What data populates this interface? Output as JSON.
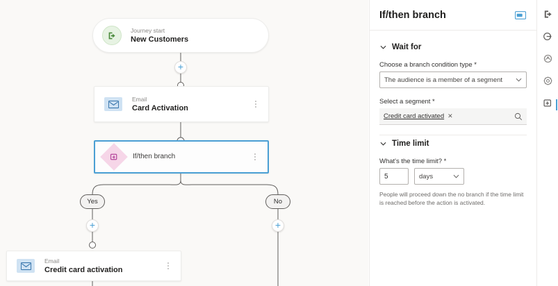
{
  "canvas": {
    "background_color": "#faf9f7",
    "nodes": [
      {
        "id": "journey-start",
        "kicker": "Journey start",
        "title": "New Customers",
        "icon": "journey-start-icon",
        "icon_color": "#e7f3e3",
        "selected": false
      },
      {
        "id": "email-card-activation",
        "kicker": "Email",
        "title": "Card Activation",
        "icon": "email-icon",
        "icon_color": "#cfe2f3",
        "selected": false
      },
      {
        "id": "if-then-branch",
        "kicker": "",
        "title": "If/then branch",
        "icon": "branch-icon",
        "icon_color": "#f6d6e8",
        "selected": true,
        "selected_border_color": "#4a9fd4"
      },
      {
        "id": "email-credit-card-activation",
        "kicker": "Email",
        "title": "Credit card activation",
        "icon": "email-icon",
        "icon_color": "#cfe2f3",
        "selected": false
      }
    ],
    "branch_labels": {
      "yes": "Yes",
      "no": "No"
    },
    "add_button_label": "+",
    "accent_color": "#4a9fd4"
  },
  "panel": {
    "title": "If/then branch",
    "header_icon": "collapse-panel-icon",
    "sections": [
      {
        "id": "wait-for",
        "title": "Wait for",
        "expanded": true,
        "fields": [
          {
            "id": "branch-condition-type",
            "label": "Choose a branch condition type *",
            "type": "select",
            "value": "The audience is a member of a segment"
          },
          {
            "id": "select-segment",
            "label": "Select a segment *",
            "type": "lookup",
            "tag": "Credit card activated",
            "remove_label": "✕",
            "search_icon": "search-icon"
          }
        ]
      },
      {
        "id": "time-limit",
        "title": "Time limit",
        "expanded": true,
        "fields": [
          {
            "id": "time-limit-value",
            "label": "What's the time limit? *",
            "type": "number",
            "value": "5"
          },
          {
            "id": "time-limit-unit",
            "label": "",
            "type": "select",
            "value": "days"
          }
        ],
        "hint": "People will proceed down the no branch if the time limit is reached before the action is activated."
      }
    ]
  },
  "rail": {
    "items": [
      {
        "id": "trigger",
        "icon": "enter-arrow-icon",
        "selected": false
      },
      {
        "id": "exit",
        "icon": "exit-arrow-icon",
        "selected": false
      },
      {
        "id": "attribute",
        "icon": "tag-icon",
        "selected": false
      },
      {
        "id": "settings",
        "icon": "gear-icon",
        "selected": false
      },
      {
        "id": "branch",
        "icon": "branch-icon",
        "selected": true
      }
    ],
    "selected_indicator_color": "#4a9fd4"
  }
}
